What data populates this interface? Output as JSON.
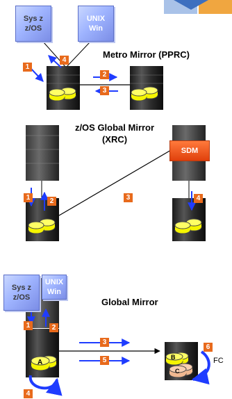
{
  "metro": {
    "host1": "Sys z\nz/OS",
    "host2": "UNIX\nWin",
    "title": "Metro Mirror (PPRC)",
    "steps": [
      "1",
      "4",
      "2",
      "3"
    ]
  },
  "xrc": {
    "title": "z/OS Global Mirror\n(XRC)",
    "sdm": "SDM",
    "steps": [
      "1",
      "2",
      "3",
      "4"
    ]
  },
  "global": {
    "host1": "Sys z\nz/OS",
    "host2": "UNIX\nWin",
    "title": "Global Mirror",
    "steps": [
      "1",
      "2",
      "3",
      "5",
      "6",
      "4"
    ],
    "vol_a": "A",
    "vol_b": "B",
    "vol_c": "C",
    "fc": "FC"
  },
  "colors": {
    "arrow": "#1f3cff",
    "badge": "#e86a1c",
    "host": "#9fb4ff",
    "disk": "#f5f500",
    "server": "#2a2a2a"
  }
}
